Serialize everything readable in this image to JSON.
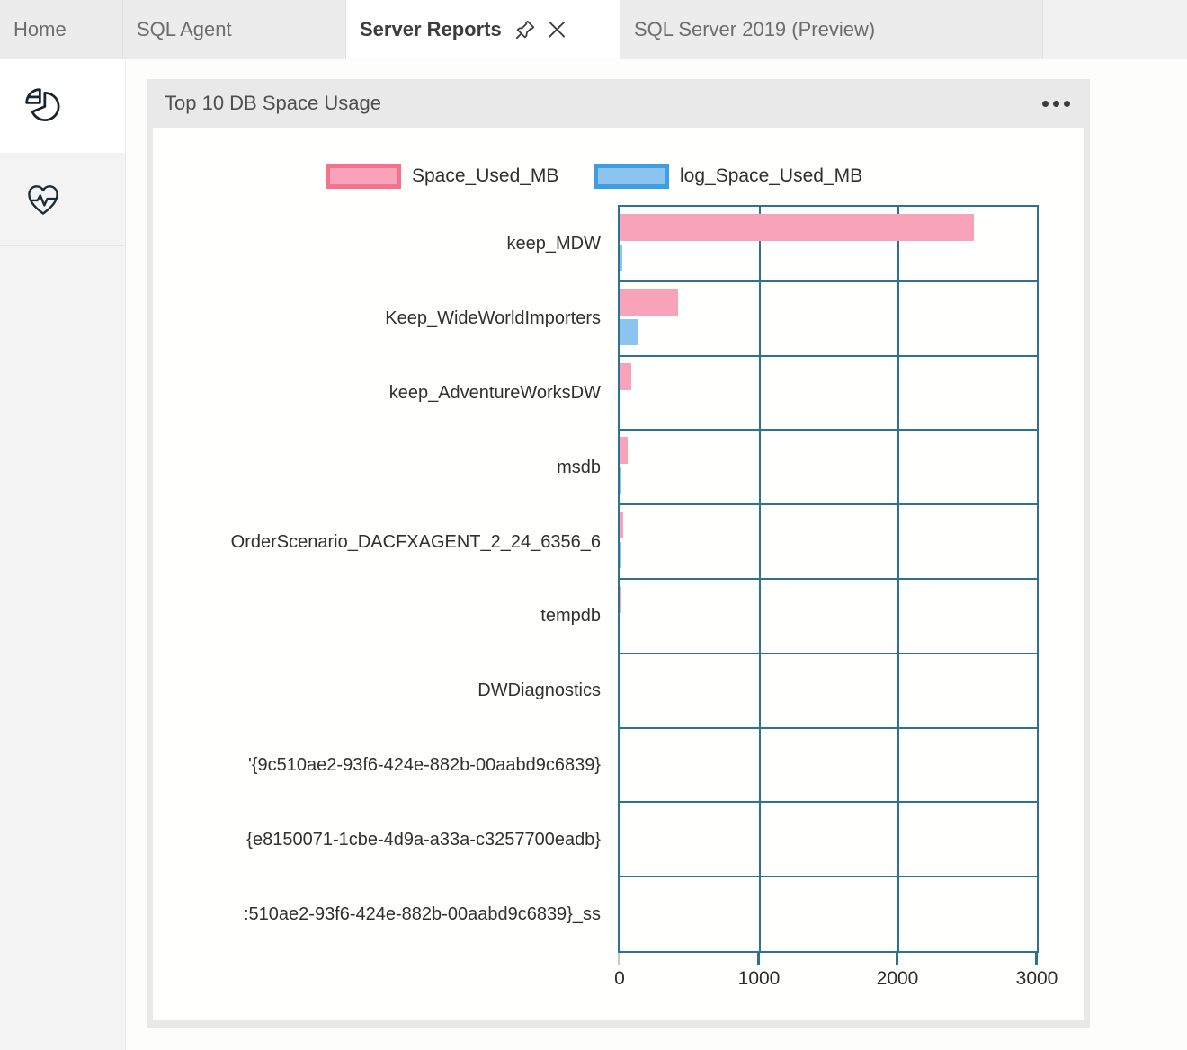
{
  "tab_bar": {
    "tabs": [
      {
        "label": "Home"
      },
      {
        "label": "SQL Agent"
      },
      {
        "label": "Server Reports"
      },
      {
        "label": "SQL Server 2019 (Preview)"
      }
    ],
    "active_tab": "Server Reports",
    "active_tab_icons": [
      "pin-icon",
      "close-icon"
    ]
  },
  "sidebar": {
    "items": [
      {
        "icon": "pie-chart-icon",
        "active": true
      },
      {
        "icon": "heart-pulse-icon",
        "active": false
      }
    ]
  },
  "panel": {
    "title": "Top 10 DB Space Usage",
    "menu_icon": "ellipsis-icon"
  },
  "chart_data": {
    "type": "bar",
    "orientation": "horizontal",
    "title": "Top 10 DB Space Usage",
    "categories": [
      "keep_MDW",
      "Keep_WideWorldImporters",
      "keep_AdventureWorksDW",
      "msdb",
      "OrderScenario_DACFXAGENT_2_24_6356_6",
      "tempdb",
      "DWDiagnostics",
      "'{9c510ae2-93f6-424e-882b-00aabd9c6839}",
      "{e8150071-1cbe-4d9a-a33a-c3257700eadb}",
      ":510ae2-93f6-424e-882b-00aabd9c6839}_ss"
    ],
    "series": [
      {
        "name": "Space_Used_MB",
        "fill": "#f9a3ba",
        "border": "#f7718f",
        "values": [
          2550,
          420,
          85,
          60,
          25,
          10,
          8,
          5,
          5,
          5
        ]
      },
      {
        "name": "log_Space_Used_MB",
        "fill": "#8cc5ef",
        "border": "#3f9ee0",
        "values": [
          20,
          130,
          4,
          12,
          14,
          5,
          5,
          2,
          2,
          2
        ]
      }
    ],
    "xlabel": "",
    "ylabel": "",
    "xlim": [
      0,
      3000
    ],
    "x_ticks": [
      "0",
      "1000",
      "2000",
      "3000"
    ],
    "grid": true,
    "legend_position": "top",
    "axis_color": "#2d7390",
    "zero_tick_color": "#c9c9c9"
  }
}
